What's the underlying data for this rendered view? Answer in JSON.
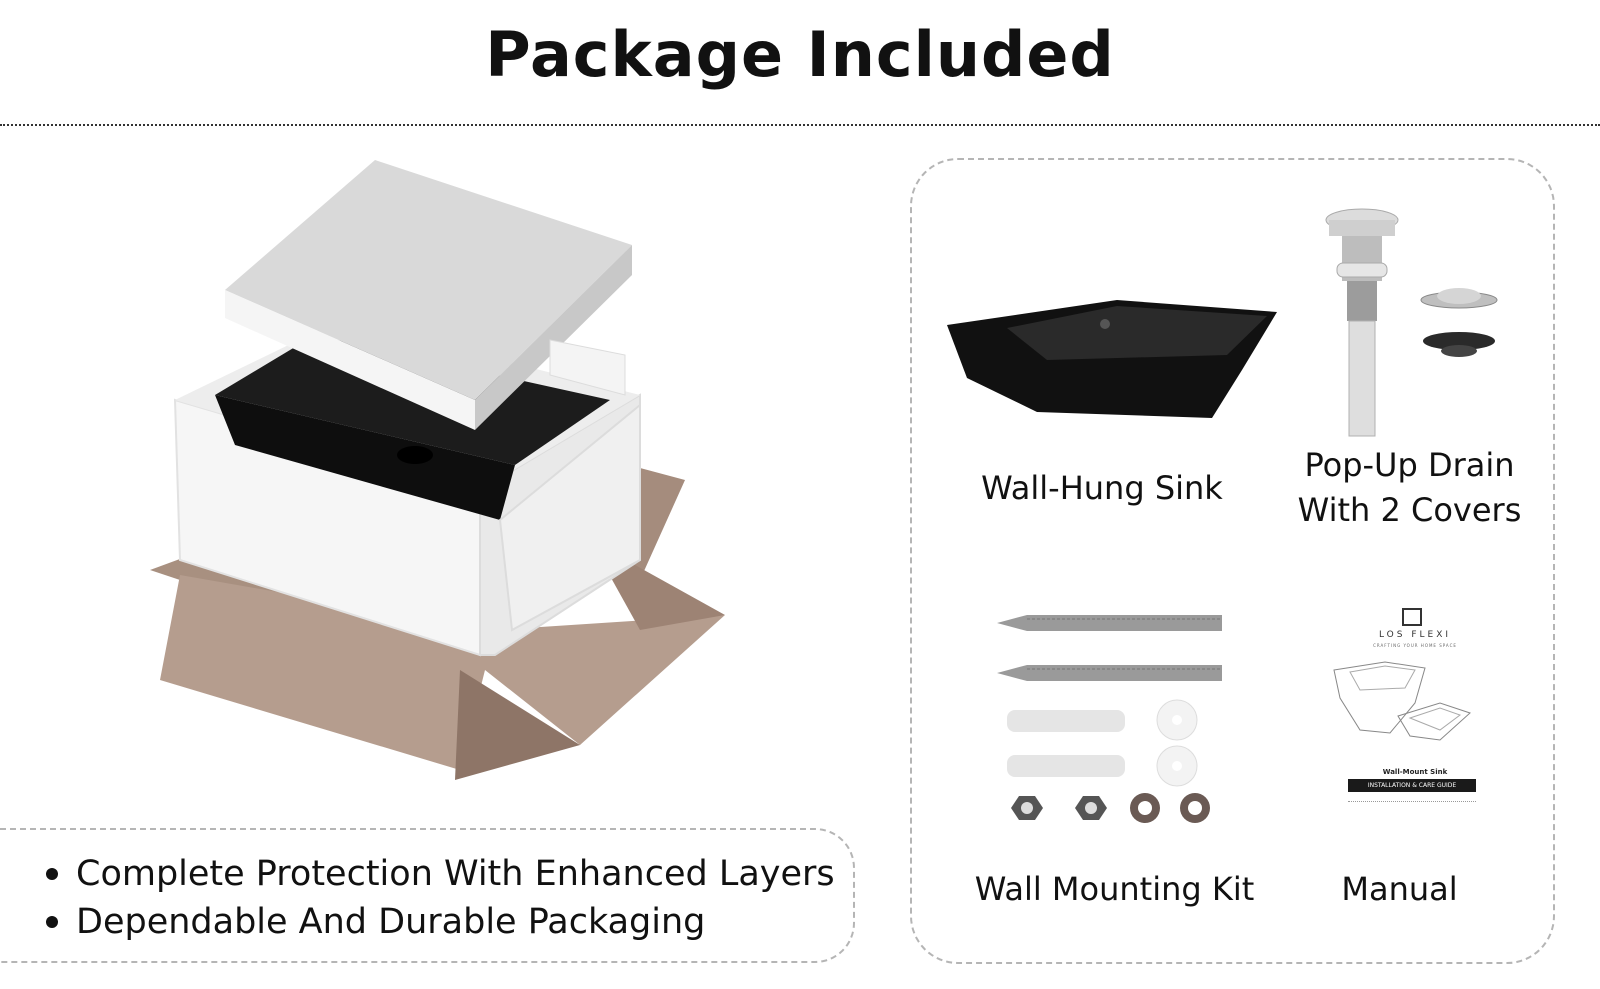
{
  "header": {
    "title": "Package Included"
  },
  "features": [
    "Complete Protection With Enhanced Layers",
    "Dependable And Durable Packaging"
  ],
  "items": [
    {
      "label": "Wall-Hung Sink"
    },
    {
      "label_line1": "Pop-Up Drain",
      "label_line2": "With 2 Covers"
    },
    {
      "label": "Wall Mounting Kit"
    },
    {
      "label": "Manual"
    }
  ],
  "manual": {
    "brand": "LOS FLEXI",
    "tagline": "CRAFTING YOUR HOME SPACE",
    "doc_title": "Wall-Mount Sink",
    "guide_banner": "INSTALLATION & CARE GUIDE"
  },
  "colors": {
    "cardboard": "#b59d8e",
    "foam": "#f2f2f2",
    "sink": "#151515",
    "chrome": "#c9c9c9",
    "border": "#b5b5b5"
  }
}
